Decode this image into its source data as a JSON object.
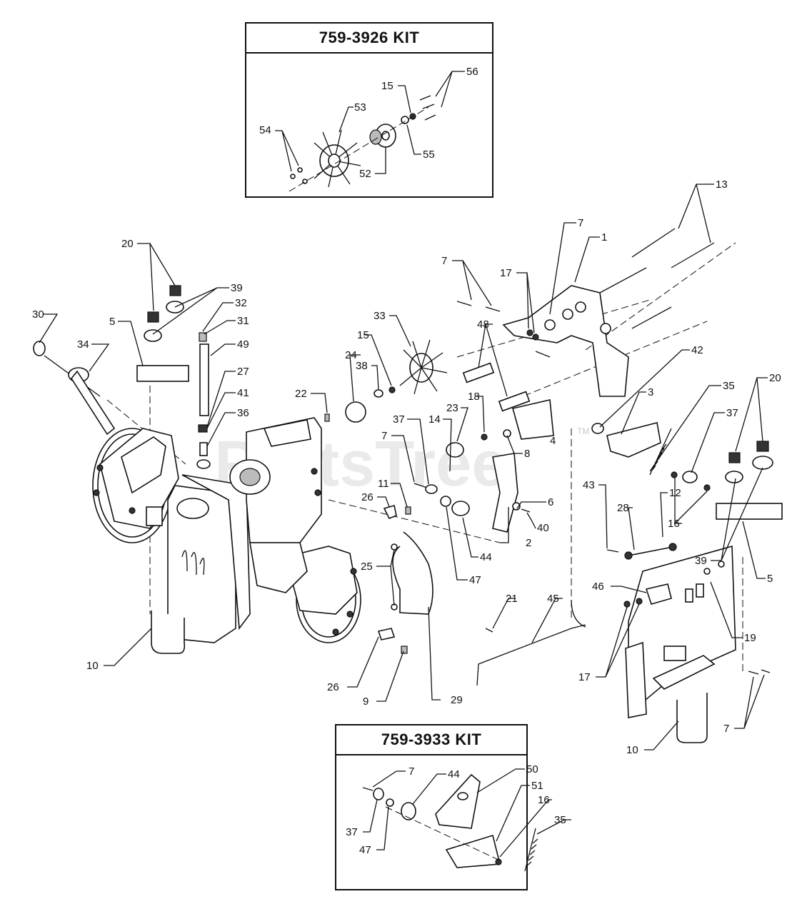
{
  "kits": {
    "top": {
      "title": "759-3926 KIT"
    },
    "bottom": {
      "title": "759-3933 KIT"
    }
  },
  "watermark": {
    "text": "PartsTree",
    "tm": "TM"
  },
  "callouts": {
    "k56": "56",
    "k15": "15",
    "k53": "53",
    "k54": "54",
    "k52": "52",
    "k55": "55",
    "c13": "13",
    "c7a": "7",
    "c1": "1",
    "c7b": "7",
    "c17a": "17",
    "c48": "48",
    "c20a": "20",
    "c39a": "39",
    "c32": "32",
    "c30": "30",
    "c5a": "5",
    "c31": "31",
    "c34": "34",
    "c49": "49",
    "c27": "27",
    "c41": "41",
    "c36": "36",
    "c33": "33",
    "c15": "15",
    "c24": "24",
    "c38": "38",
    "c22": "22",
    "c18": "18",
    "c23": "23",
    "c37a": "37",
    "c14": "14",
    "c7c": "7",
    "c8": "8",
    "c4": "4",
    "c11": "11",
    "c26a": "26",
    "c2": "2",
    "c40": "40",
    "c6": "6",
    "c44": "44",
    "c47": "47",
    "c25": "25",
    "c42": "42",
    "c3": "3",
    "c35": "35",
    "c37b": "37",
    "c20b": "20",
    "c12": "12",
    "c28": "28",
    "c43": "43",
    "c16": "16",
    "c39b": "39",
    "c5b": "5",
    "c46": "46",
    "c19": "19",
    "c21": "21",
    "c45": "45",
    "c17b": "17",
    "c10a": "10",
    "c26b": "26",
    "c9": "9",
    "c29": "29",
    "c10b": "10",
    "c7d": "7",
    "b7": "7",
    "b44": "44",
    "b50": "50",
    "b51": "51",
    "b16": "16",
    "b35": "35",
    "b37": "37",
    "b47": "47"
  }
}
